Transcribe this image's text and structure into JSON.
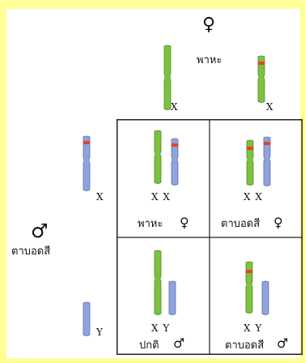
{
  "female": {
    "symbol": "♀",
    "label": "พาหะ",
    "chrom1_label": "X",
    "chrom2_label": "X"
  },
  "male": {
    "symbol": "♂",
    "label": "ตาบอดสี",
    "chrom1_label": "X",
    "chrom2_label": "Y"
  },
  "offspring": [
    {
      "genotype": "X  X",
      "phenotype": "พาหะ",
      "sex_symbol": "♀"
    },
    {
      "genotype": "X  X",
      "phenotype": "ตาบอดสี",
      "sex_symbol": "♀"
    },
    {
      "genotype": "X  Y",
      "phenotype": "ปกติ",
      "sex_symbol": "♂"
    },
    {
      "genotype": "X  Y",
      "phenotype": "ตาบอดสี",
      "sex_symbol": "♂"
    }
  ],
  "colors": {
    "border": "#ffff9a",
    "normal_x": "#7cc23f",
    "colorblind_x": "#8fa3dc",
    "y_chromosome": "#8fa3dc",
    "allele_marker": "#e8402a",
    "grid_line": "#222222"
  }
}
